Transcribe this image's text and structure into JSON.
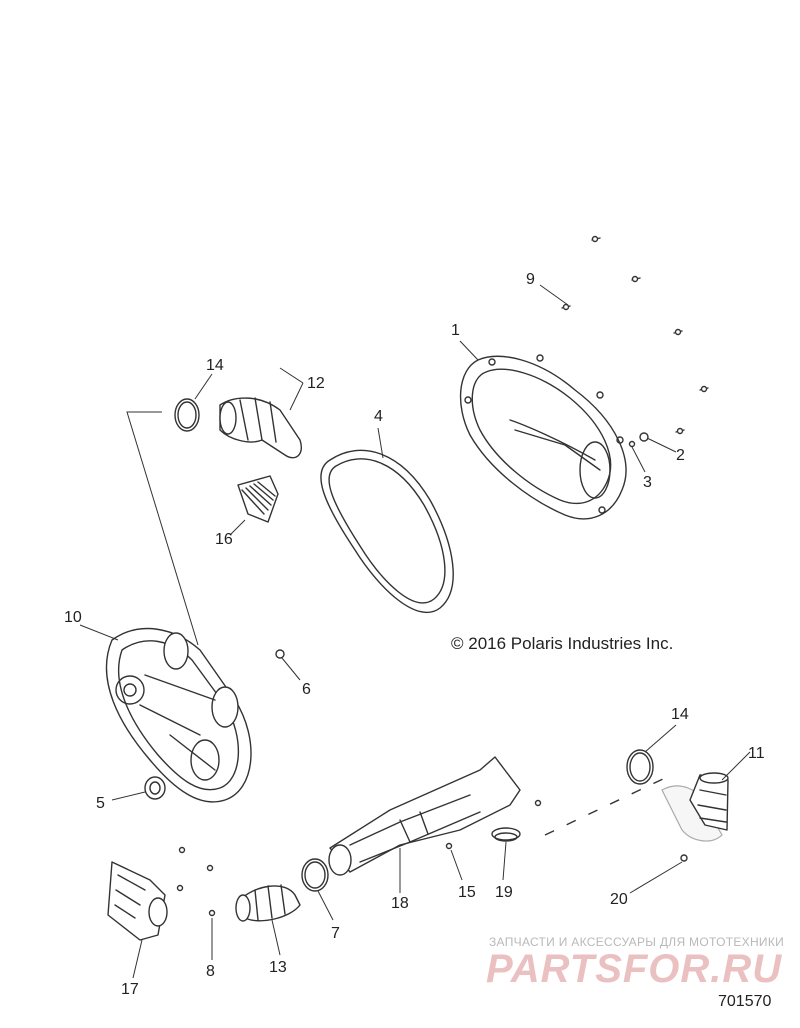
{
  "copyright": "© 2016 Polaris Industries Inc.",
  "drawing_number": "701570",
  "watermark": {
    "tagline": "ЗАПЧАСТИ И АКСЕССУАРЫ ДЛЯ МОТОТЕХНИКИ",
    "brand": "PARTSFOR.RU"
  },
  "callouts": [
    {
      "id": "1",
      "label": "1"
    },
    {
      "id": "2",
      "label": "2"
    },
    {
      "id": "3",
      "label": "3"
    },
    {
      "id": "4",
      "label": "4"
    },
    {
      "id": "5",
      "label": "5"
    },
    {
      "id": "6",
      "label": "6"
    },
    {
      "id": "7",
      "label": "7"
    },
    {
      "id": "8",
      "label": "8"
    },
    {
      "id": "9",
      "label": "9"
    },
    {
      "id": "10",
      "label": "10"
    },
    {
      "id": "11",
      "label": "11"
    },
    {
      "id": "12",
      "label": "12"
    },
    {
      "id": "13",
      "label": "13"
    },
    {
      "id": "14a",
      "label": "14"
    },
    {
      "id": "14b",
      "label": "14"
    },
    {
      "id": "15",
      "label": "15"
    },
    {
      "id": "16",
      "label": "16"
    },
    {
      "id": "17",
      "label": "17"
    },
    {
      "id": "18",
      "label": "18"
    },
    {
      "id": "19",
      "label": "19"
    },
    {
      "id": "20",
      "label": "20"
    }
  ]
}
